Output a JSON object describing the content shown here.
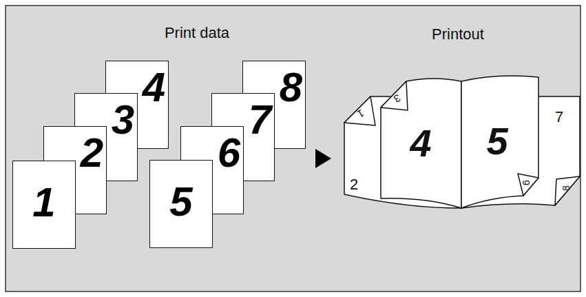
{
  "diagram": {
    "nodes": [
      {
        "text": [
          "1"
        ]
      },
      {
        "text": [
          "2"
        ]
      },
      {
        "text": [
          "3"
        ]
      },
      {
        "text": [
          "4"
        ]
      },
      {
        "text": [
          "5"
        ]
      },
      {
        "text": [
          "6"
        ]
      },
      {
        "text": [
          "7"
        ]
      },
      {
        "text": [
          "8"
        ]
      }
    ],
    "labels": [
      "Print data",
      "Printout",
      "1",
      "2",
      "3",
      "4",
      "5",
      "6",
      "7",
      "8"
    ]
  }
}
